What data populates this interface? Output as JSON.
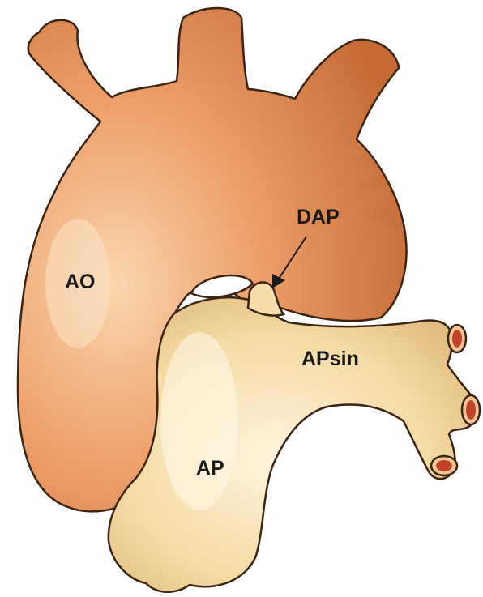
{
  "labels": {
    "ao": "AO",
    "dap": "DAP",
    "apsin": "APsin",
    "ap": "AP"
  },
  "colors": {
    "aorta": "#e9955f",
    "aorta_light": "#f8cfa5",
    "aorta_dark": "#b8602f",
    "pulmonary": "#f3d79f",
    "pulmonary_light": "#fdf1d4",
    "pulmonary_dark": "#c99b5a",
    "outline": "#3a2414",
    "vessel_lumen": "#c2442a"
  }
}
